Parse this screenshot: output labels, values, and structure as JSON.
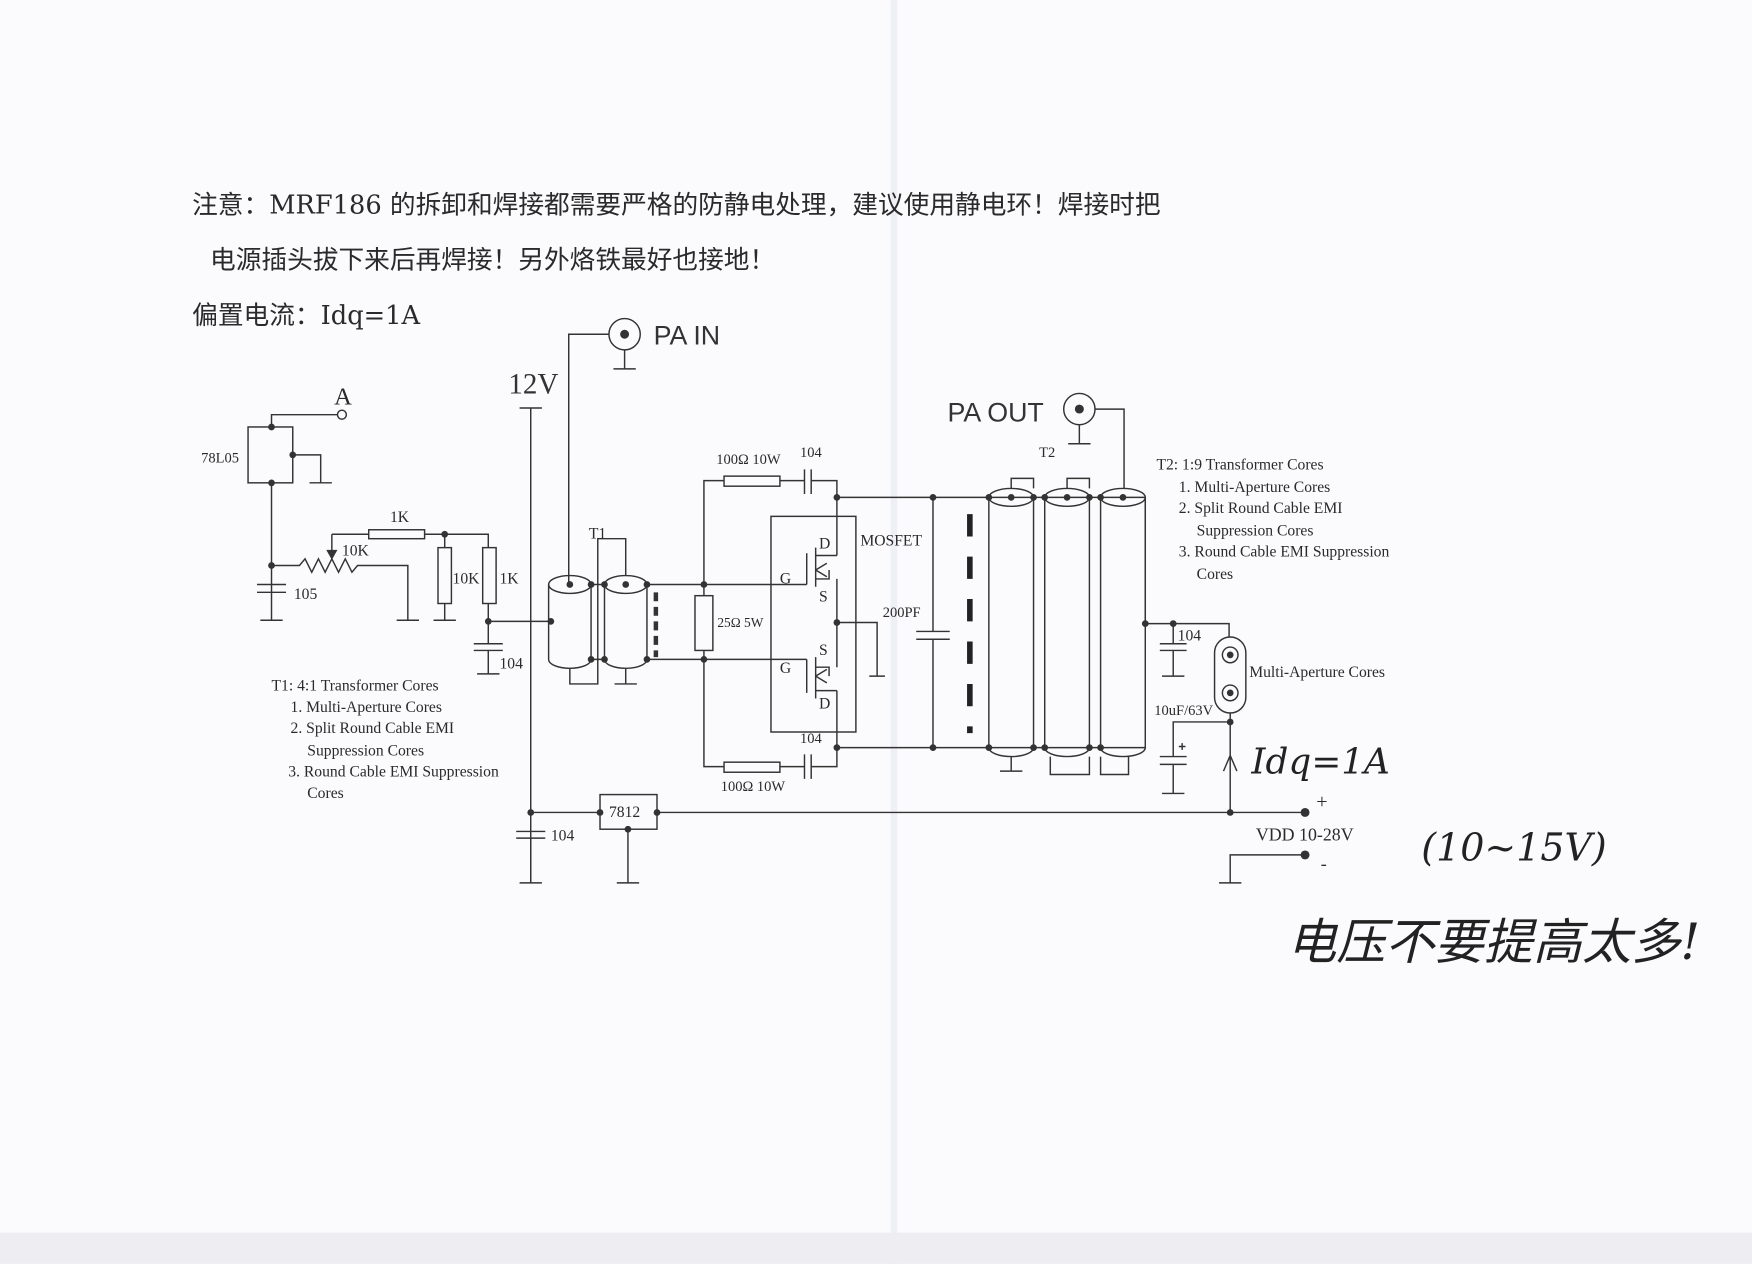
{
  "notice": {
    "line1": "注意：MRF186 的拆卸和焊接都需要严格的防静电处理，建议使用静电环！焊接时把",
    "line2": "电源插头拔下来后再焊接！另外烙铁最好也接地！",
    "bias": "偏置电流：Idq=1A"
  },
  "labels": {
    "pa_in": "PA IN",
    "pa_out": "PA OUT",
    "v12": "12V",
    "a": "A",
    "reg_78l05": "78L05",
    "cap_105": "105",
    "r_1k_h": "1K",
    "pot_10k": "10K",
    "r_10k": "10K",
    "r_1k_v": "1K",
    "cap_104_bias": "104",
    "t1": "T1",
    "t2": "T2",
    "r_25": "25Ω 5W",
    "r_100_top": "100Ω 10W",
    "cap_104_top": "104",
    "r_100_bot": "100Ω 10W",
    "cap_104_bot": "104",
    "mosfet": "MOSFET",
    "g1": "G",
    "d1": "D",
    "s1": "S",
    "g2": "G",
    "s2": "S",
    "d2": "D",
    "cap_200pf": "200PF",
    "cap_104_out": "104",
    "multi_aperture": "Multi-Aperture Cores",
    "cap_10uf": "10uF/63V",
    "reg_7812": "7812",
    "cap_104_12v": "104",
    "plus": "+",
    "minus": "-",
    "vdd": "VDD 10-28V"
  },
  "t1_notes": [
    "T1:   4:1 Transformer Cores",
    "1. Multi-Aperture Cores",
    "2. Split Round Cable EMI",
    "Suppression Cores",
    "3. Round Cable EMI Suppression",
    "Cores"
  ],
  "t2_notes": [
    "T2:   1:9 Transformer Cores",
    "1. Multi-Aperture Cores",
    "2. Split Round Cable EMI",
    "Suppression Cores",
    "3. Round Cable EMI Suppression",
    "Cores"
  ],
  "handwritten": {
    "idq": "Idq=1A",
    "range": "(10~15V)",
    "warning": "电压不要提高太多!"
  }
}
